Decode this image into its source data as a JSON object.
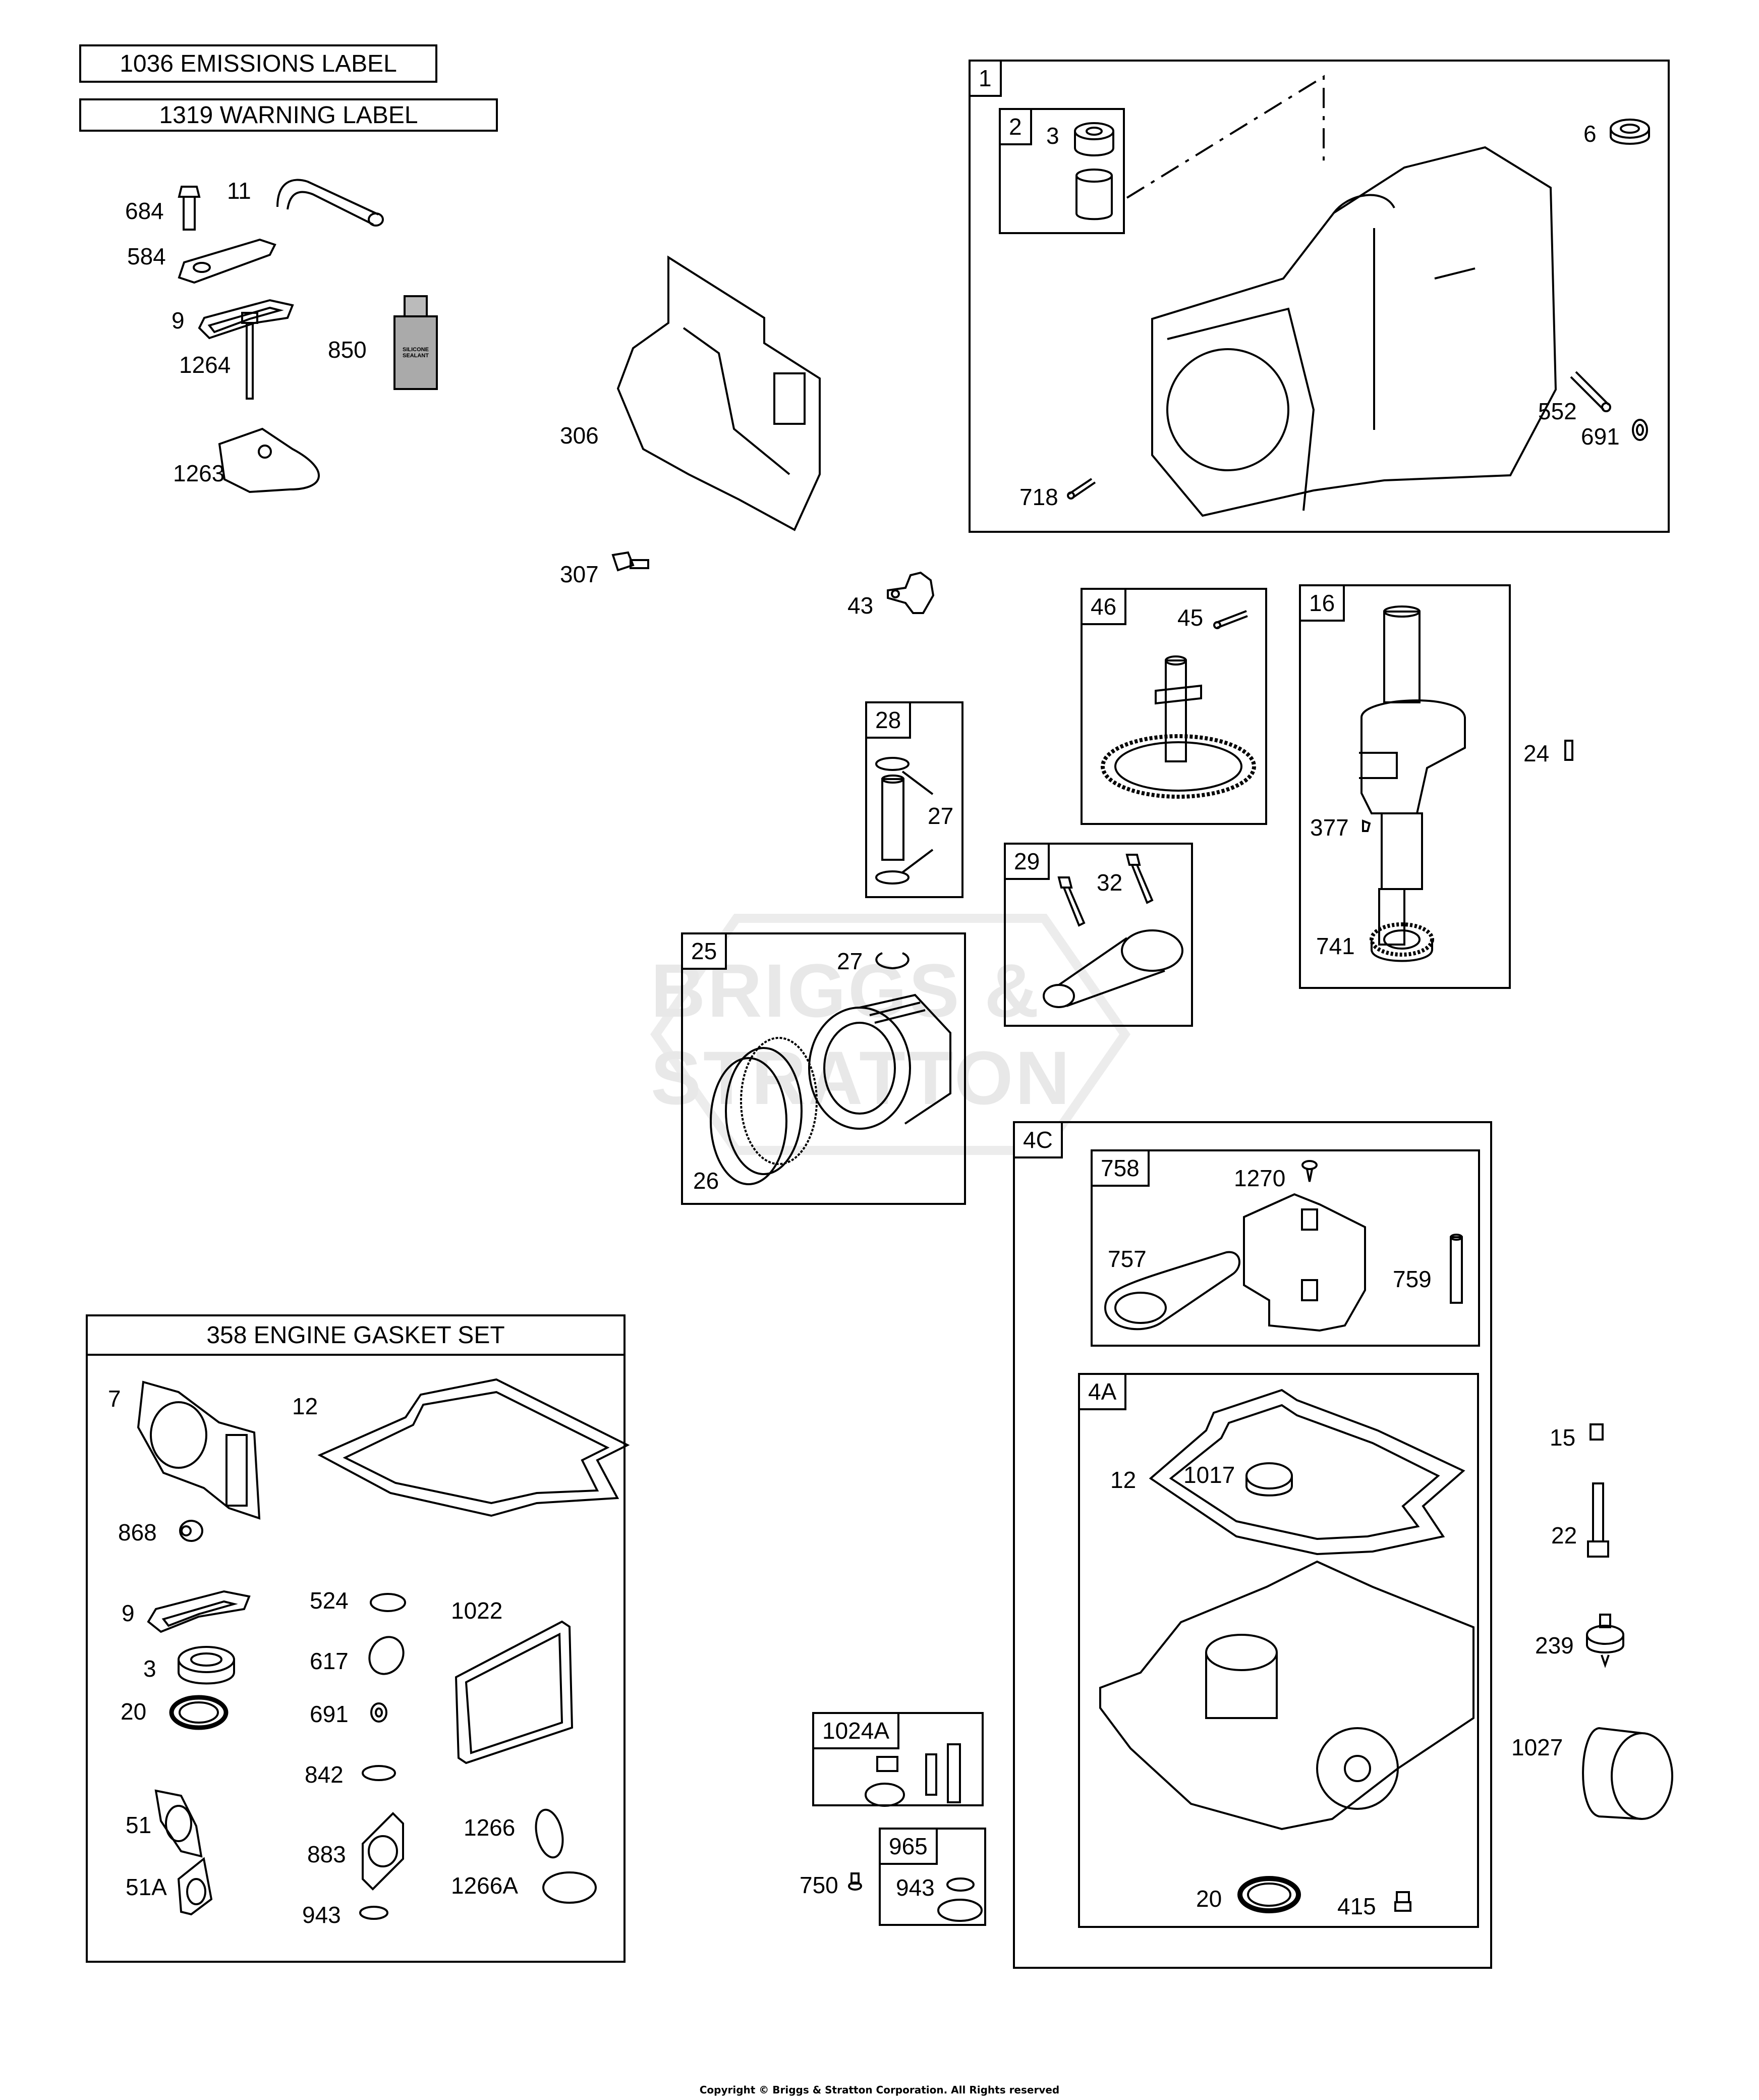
{
  "labels": {
    "emissions": "1036 EMISSIONS LABEL",
    "warning": "1319 WARNING LABEL"
  },
  "watermark": "BRIGGS & STRATTON",
  "copyright": "Copyright © Briggs & Stratton Corporation. All Rights reserved",
  "loose_parts_top_left": [
    "684",
    "11",
    "584",
    "9",
    "850",
    "1264",
    "1263"
  ],
  "sealant_text": [
    "SILICONE",
    "SEALANT"
  ],
  "shroud_parts": [
    "306",
    "307"
  ],
  "box_1": {
    "tag": "1",
    "sub_box_2": {
      "tag": "2",
      "parts": [
        "3"
      ]
    },
    "parts": [
      "6",
      "552",
      "691",
      "718"
    ]
  },
  "loose_43": "43",
  "box_46": {
    "tag": "46",
    "parts": [
      "45"
    ]
  },
  "box_16": {
    "tag": "16",
    "parts": [
      "377",
      "741"
    ]
  },
  "loose_24": "24",
  "box_28": {
    "tag": "28",
    "parts": [
      "27"
    ]
  },
  "box_29": {
    "tag": "29",
    "parts": [
      "32"
    ]
  },
  "box_25": {
    "tag": "25",
    "parts": [
      "27",
      "26"
    ]
  },
  "box_4C": {
    "tag": "4C",
    "box_758": {
      "tag": "758",
      "parts": [
        "1270",
        "757",
        "759"
      ]
    },
    "box_4A": {
      "tag": "4A",
      "parts": [
        "12",
        "1017",
        "20",
        "415"
      ]
    }
  },
  "right_loose": [
    "15",
    "22",
    "239",
    "1027"
  ],
  "box_1024A": {
    "tag": "1024A"
  },
  "loose_750": "750",
  "box_965": {
    "tag": "965",
    "parts": [
      "943"
    ]
  },
  "gasket_set": {
    "title": "358 ENGINE GASKET SET",
    "parts": [
      "7",
      "12",
      "868",
      "9",
      "524",
      "1022",
      "3",
      "617",
      "20",
      "691",
      "842",
      "51",
      "883",
      "1266",
      "51A",
      "943",
      "1266A"
    ]
  }
}
